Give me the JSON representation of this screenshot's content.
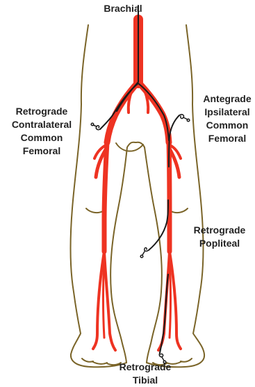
{
  "colors": {
    "artery": "#ee3322",
    "outline": "#7a6428",
    "wire": "#1a1a1a",
    "text": "#222222"
  },
  "labels": {
    "brachial": [
      "Brachial"
    ],
    "retrograde_contralateral_cfa": [
      "Retrograde",
      "Contralateral",
      "Common",
      "Femoral"
    ],
    "antegrade_ipsilateral_cfa": [
      "Antegrade",
      "Ipsilateral",
      "Common",
      "Femoral"
    ],
    "retrograde_popliteal": [
      "Retrograde",
      "Popliteal"
    ],
    "retrograde_tibial": [
      "Retrograde",
      "Tibial"
    ]
  }
}
